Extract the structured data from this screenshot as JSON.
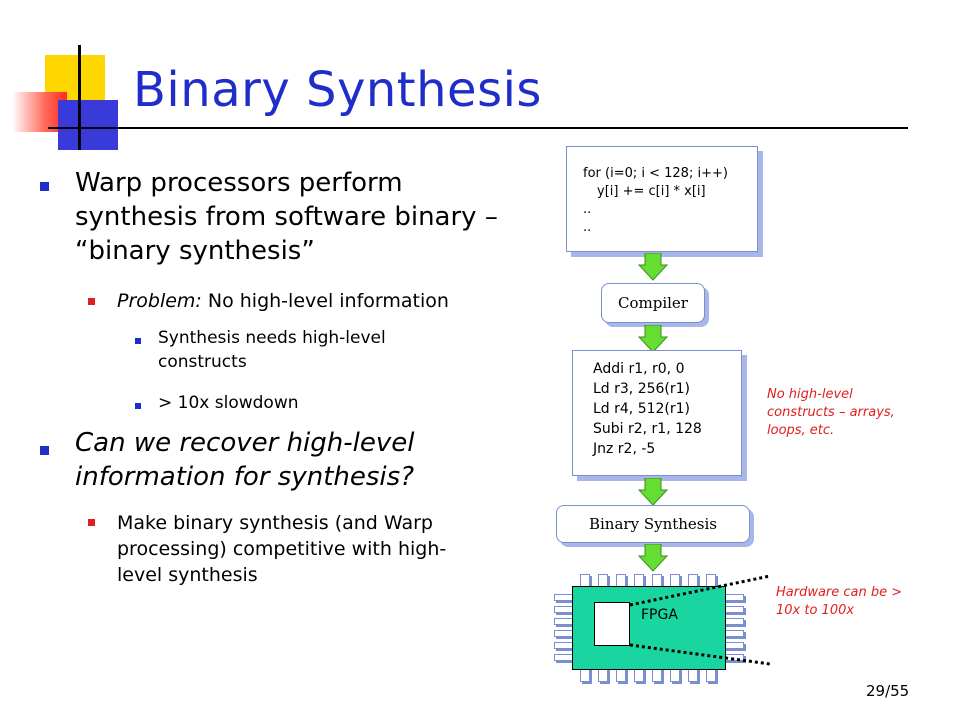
{
  "slide": {
    "title": "Binary Synthesis",
    "page_number": "29/55"
  },
  "bullets": {
    "main1_line1": "Warp processors perform",
    "main1_line2": "synthesis from software binary –",
    "main1_line3": "“binary synthesis”",
    "sub1_label": "Problem:",
    "sub1_text": " No high-level information",
    "subsub1_line1": "Synthesis needs high-level",
    "subsub1_line2": "constructs",
    "subsub2": "> 10x slowdown",
    "main2_line1": "Can we recover high-level",
    "main2_line2": "information for synthesis?",
    "sub2_line1": "Make binary synthesis (and Warp",
    "sub2_line2": "processing) competitive with high-",
    "sub2_line3": "level synthesis"
  },
  "diagram": {
    "source_code": [
      "for (i=0; i < 128; i++)",
      "y[i] += c[i] * x[i]",
      "..",
      ".."
    ],
    "compiler_label": "Compiler",
    "assembly": [
      "Addi r1, r0, 0",
      "Ld r3, 256(r1)",
      "Ld r4, 512(r1)",
      "Subi r2, r1, 128",
      "Jnz r2, -5"
    ],
    "binary_synthesis_label": "Binary Synthesis",
    "fpga_label": "FPGA",
    "note_no_high_level": [
      "No high-level",
      "constructs – arrays,",
      "loops, etc."
    ],
    "note_hardware": [
      "Hardware can be >",
      "10x to 100x"
    ],
    "colors": {
      "title": "#1f2ec8",
      "note": "#e02020",
      "fpga": "#19d6a0",
      "arrow": "#66dd33"
    }
  }
}
